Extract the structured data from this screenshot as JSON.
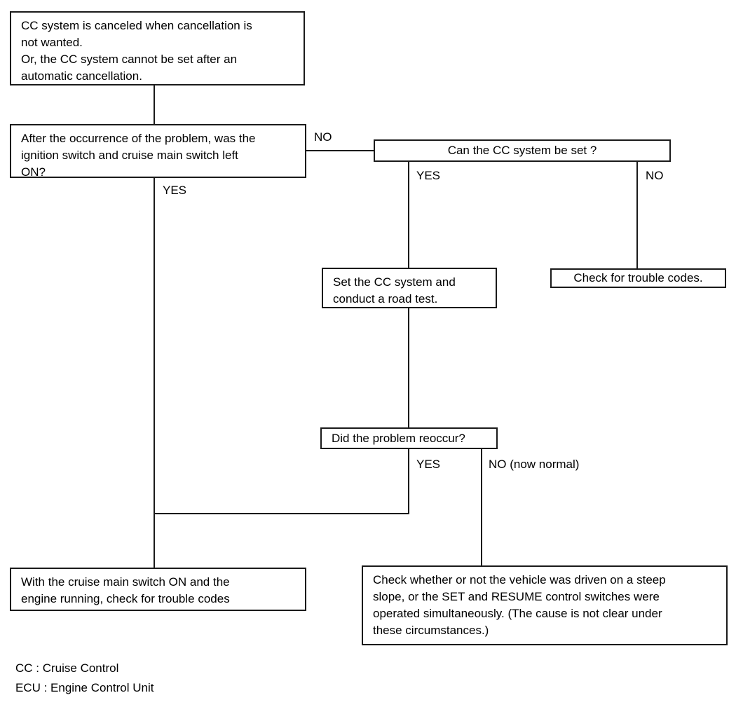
{
  "diagram": {
    "title": "Cruise Control cancellation troubleshooting flowchart",
    "line_color": "#1a1a1a",
    "background": "#ffffff",
    "nodes": {
      "symptom": {
        "id": "symptom",
        "text": "CC system is canceled when cancellation is\nnot wanted.\nOr, the CC system cannot be set after an\nautomatic cancellation."
      },
      "q_ignition": {
        "id": "q_ignition",
        "text": "After the occurrence of the problem, was the\nignition switch and cruise main switch left\nON?"
      },
      "q_can_set": {
        "id": "q_can_set",
        "text": "Can the CC system be set ?"
      },
      "set_and_test": {
        "id": "set_and_test",
        "text": "Set the CC system and\nconduct a road test."
      },
      "check_codes": {
        "id": "check_codes",
        "text": "Check for trouble codes."
      },
      "q_reoccur": {
        "id": "q_reoccur",
        "text": "Did the problem reoccur?"
      },
      "cruise_on_codes": {
        "id": "cruise_on_codes",
        "text": "With the cruise main switch ON and the\nengine running, check for trouble codes"
      },
      "steep_slope": {
        "id": "steep_slope",
        "text": "Check whether or not the vehicle was driven on a steep\nslope, or the SET and RESUME control switches were\noperated simultaneously. (The cause is not clear under\nthese circumstances.)"
      }
    },
    "edge_labels": {
      "ignition_no": "NO",
      "ignition_yes": "YES",
      "can_set_yes": "YES",
      "can_set_no": "NO",
      "reoccur_yes": "YES",
      "reoccur_no": "NO (now normal)"
    },
    "legend": {
      "line1": "CC : Cruise Control",
      "line2": "ECU : Engine Control Unit",
      "text": "CC : Cruise Control\nECU : Engine Control Unit"
    }
  }
}
